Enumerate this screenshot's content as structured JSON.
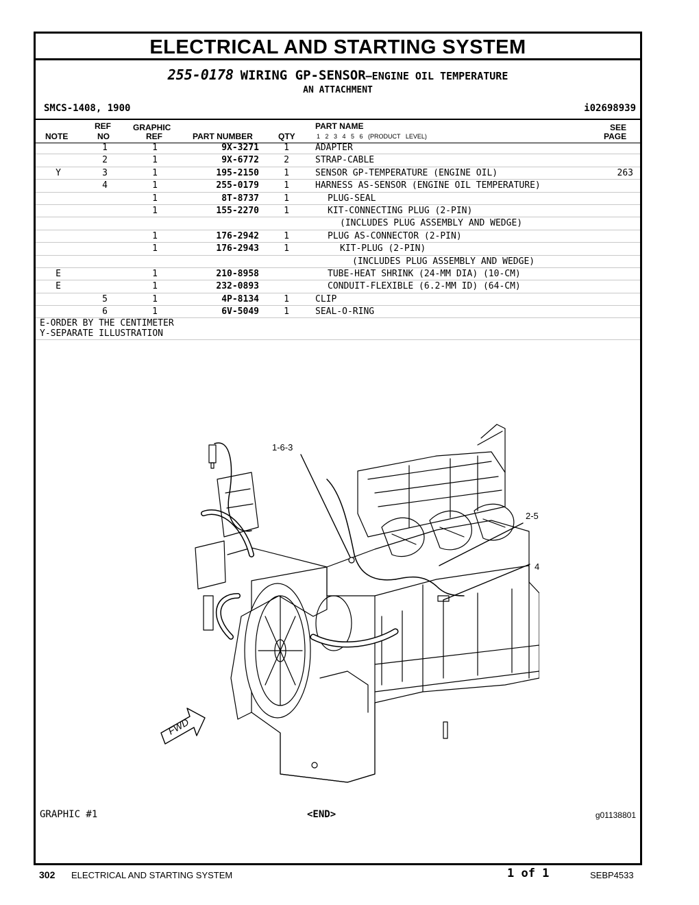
{
  "section_title": "ELECTRICAL AND STARTING SYSTEM",
  "group": {
    "part_number": "255-0178",
    "name": "WIRING GP-SENSOR",
    "dash": "—",
    "suffix": "ENGINE OIL TEMPERATURE",
    "attachment": "AN ATTACHMENT"
  },
  "smcs": "SMCS-1408, 1900",
  "info_id": "i02698939",
  "headers": {
    "note": "NOTE",
    "ref_top": "REF",
    "ref_bottom": "NO",
    "graphic_top": "GRAPHIC",
    "graphic_bottom": "REF",
    "part_number": "PART NUMBER",
    "qty": "QTY",
    "part_name": "PART NAME",
    "levels": "1 2 3 4 5 6 (PRODUCT LEVEL)",
    "see_top": "SEE",
    "see_bottom": "PAGE"
  },
  "rows": [
    {
      "note": "",
      "ref": "1",
      "graphic": "1",
      "part": "9X-3271",
      "qty": "1",
      "name": "ADAPTER",
      "indent": 0,
      "see": ""
    },
    {
      "note": "",
      "ref": "2",
      "graphic": "1",
      "part": "9X-6772",
      "qty": "2",
      "name": "STRAP-CABLE",
      "indent": 0,
      "see": ""
    },
    {
      "note": "Y",
      "ref": "3",
      "graphic": "1",
      "part": "195-2150",
      "qty": "1",
      "name": "SENSOR GP-TEMPERATURE (ENGINE OIL)",
      "indent": 0,
      "see": "263"
    },
    {
      "note": "",
      "ref": "4",
      "graphic": "1",
      "part": "255-0179",
      "qty": "1",
      "name": "HARNESS AS-SENSOR (ENGINE OIL TEMPERATURE)",
      "indent": 0,
      "see": ""
    },
    {
      "note": "",
      "ref": "",
      "graphic": "1",
      "part": "8T-8737",
      "qty": "1",
      "name": "PLUG-SEAL",
      "indent": 1,
      "see": ""
    },
    {
      "note": "",
      "ref": "",
      "graphic": "1",
      "part": "155-2270",
      "qty": "1",
      "name": "KIT-CONNECTING PLUG (2-PIN)",
      "indent": 1,
      "see": ""
    },
    {
      "note": "",
      "ref": "",
      "graphic": "",
      "part": "",
      "qty": "",
      "name": "(INCLUDES PLUG ASSEMBLY AND WEDGE)",
      "indent": 2,
      "see": ""
    },
    {
      "note": "",
      "ref": "",
      "graphic": "1",
      "part": "176-2942",
      "qty": "1",
      "name": "PLUG AS-CONNECTOR (2-PIN)",
      "indent": 1,
      "see": ""
    },
    {
      "note": "",
      "ref": "",
      "graphic": "1",
      "part": "176-2943",
      "qty": "1",
      "name": "KIT-PLUG (2-PIN)",
      "indent": 2,
      "see": ""
    },
    {
      "note": "",
      "ref": "",
      "graphic": "",
      "part": "",
      "qty": "",
      "name": "(INCLUDES PLUG ASSEMBLY AND WEDGE)",
      "indent": 3,
      "see": ""
    },
    {
      "note": "E",
      "ref": "",
      "graphic": "1",
      "part": "210-8958",
      "qty": "",
      "name": "TUBE-HEAT SHRINK (24-MM DIA) (10-CM)",
      "indent": 1,
      "see": ""
    },
    {
      "note": "E",
      "ref": "",
      "graphic": "1",
      "part": "232-0893",
      "qty": "",
      "name": "CONDUIT-FLEXIBLE (6.2-MM ID) (64-CM)",
      "indent": 1,
      "see": ""
    },
    {
      "note": "",
      "ref": "5",
      "graphic": "1",
      "part": "4P-8134",
      "qty": "1",
      "name": "CLIP",
      "indent": 0,
      "see": ""
    },
    {
      "note": "",
      "ref": "6",
      "graphic": "1",
      "part": "6V-5049",
      "qty": "1",
      "name": "SEAL-O-RING",
      "indent": 0,
      "see": ""
    }
  ],
  "notes": [
    "E-ORDER BY THE CENTIMETER",
    "Y-SEPARATE ILLUSTRATION"
  ],
  "callouts": {
    "a": "1-6-3",
    "b": "2-5",
    "c": "4",
    "fwd": "FWD"
  },
  "graphic_label": "GRAPHIC #1",
  "end_label": "<END>",
  "graphic_id": "g01138801",
  "footer": {
    "page_number": "302",
    "section": "ELECTRICAL AND STARTING SYSTEM",
    "page_of": "1 of 1",
    "doc_id": "SEBP4533"
  }
}
